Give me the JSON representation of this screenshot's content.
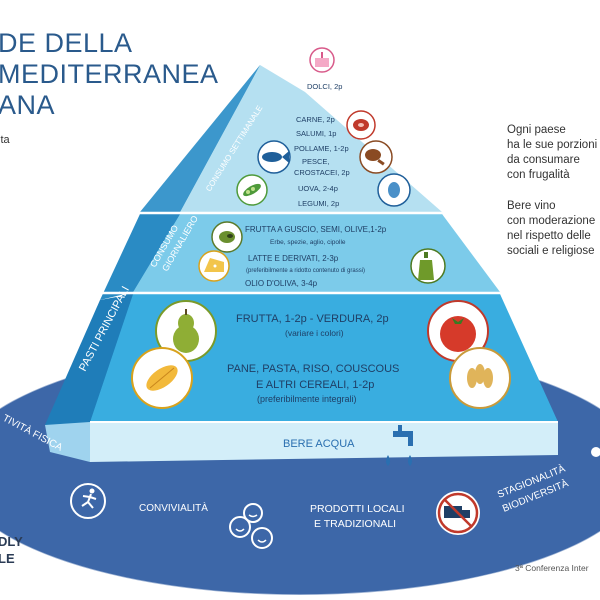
{
  "title_lines": [
    "DE DELLA",
    "MEDITERRANEA",
    "ANA"
  ],
  "left_fragments": {
    "top": "lta",
    "bottom_1": "DLY",
    "bottom_2": "LE"
  },
  "right_notes": {
    "block1": [
      "Ogni paese",
      "ha le sue porzioni",
      "da consumare",
      "con frugalità"
    ],
    "block2": [
      "Bere vino",
      "con moderazione",
      "nel rispetto delle",
      "sociali e religiose"
    ]
  },
  "footnote": "3ª Conferenza Inter",
  "side_labels": {
    "weekly": "CONSUMO SETTIMANALE",
    "daily_1": "CONSUMO",
    "daily_2": "GIORNALIERO",
    "main": "PASTI PRINCIPALI"
  },
  "tiers": {
    "top": {
      "label": "DOLCI, 2p"
    },
    "weekly": [
      "CARNE, 2p",
      "SALUMI, 1p",
      "POLLAME, 1-2p",
      "PESCE,",
      "CROSTACEI, 2p",
      "UOVA, 2-4p",
      "LEGUMI, 2p"
    ],
    "daily": {
      "line1": "FRUTTA A GUSCIO, SEMI, OLIVE,1-2p",
      "line2": "Erbe, spezie, aglio, cipolle",
      "line3": "LATTE E DERIVATI, 2-3p",
      "line4": "(preferibilmente a ridotto contenuto di grassi)",
      "line5": "OLIO D'OLIVA, 3-4p"
    },
    "main": {
      "line1": "FRUTTA, 1-2p - VERDURA, 2p",
      "line2": "(variare i colori)",
      "line3": "PANE, PASTA, RISO, COUSCOUS",
      "line4": "E ALTRI CEREALI, 1-2p",
      "line5": "(preferibilmente integrali)"
    },
    "base": {
      "label": "BERE ACQUA"
    }
  },
  "ellipse_labels": {
    "activity_1": "TIVITÀ FISICA",
    "conviviality": "CONVIVIALITÀ",
    "products_1": "PRODOTTI LOCALI",
    "products_2": "E TRADIZIONALI",
    "season_1": "STAGIONALITÀ",
    "season_2": "BIODIVERSITÀ"
  },
  "icons": [
    "cake-icon",
    "meat-icon",
    "fish-icon",
    "chicken-leg-icon",
    "peas-icon",
    "egg-icon",
    "olive-icon",
    "cheese-icon",
    "oil-bottle-icon",
    "pear-icon",
    "tomato-icon",
    "corn-icon",
    "wheat-icon",
    "water-tap-icon",
    "running-person-icon",
    "smiley-faces-icon",
    "no-truck-icon"
  ],
  "colors": {
    "ellipse": "#3d67a8",
    "pyramid_light": "#bfe4f3",
    "pyramid_mid": "#63bfe3",
    "pyramid_dark": "#1f96cc",
    "accent_navy": "#1f3f66"
  }
}
